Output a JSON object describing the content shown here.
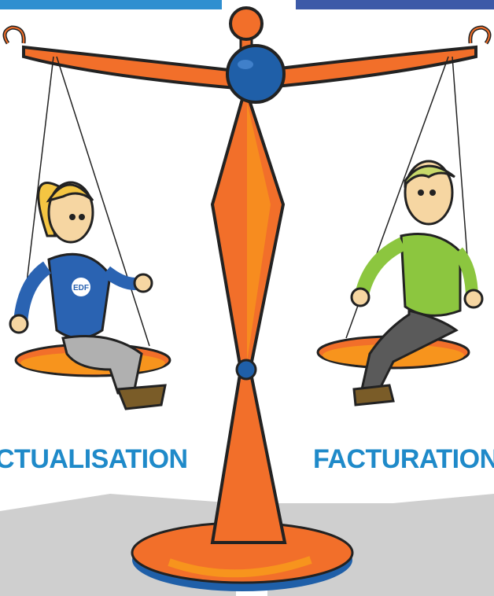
{
  "labels": {
    "left": "CTUALISATION",
    "right": "FACTURATION"
  },
  "badge": {
    "brand": "EDF"
  },
  "colors": {
    "label_text": "#1f8ac9",
    "beam_orange": "#f26f2a",
    "beam_light": "#f7941d",
    "knob_blue": "#1f5fa8",
    "shirt_blue": "#2a63b2",
    "shirt_green": "#8cc63f",
    "hair_blonde": "#f4c542",
    "hair_green_blonde": "#c8d96a",
    "shadow_gray": "#cfcfcf",
    "top_bar_left": "#2f8fd0",
    "top_bar_right": "#3d5aa8"
  },
  "icons": {
    "top_left_bar": "blue-stripe",
    "top_right_bar": "navy-stripe",
    "logo": "edf-logo-icon"
  }
}
